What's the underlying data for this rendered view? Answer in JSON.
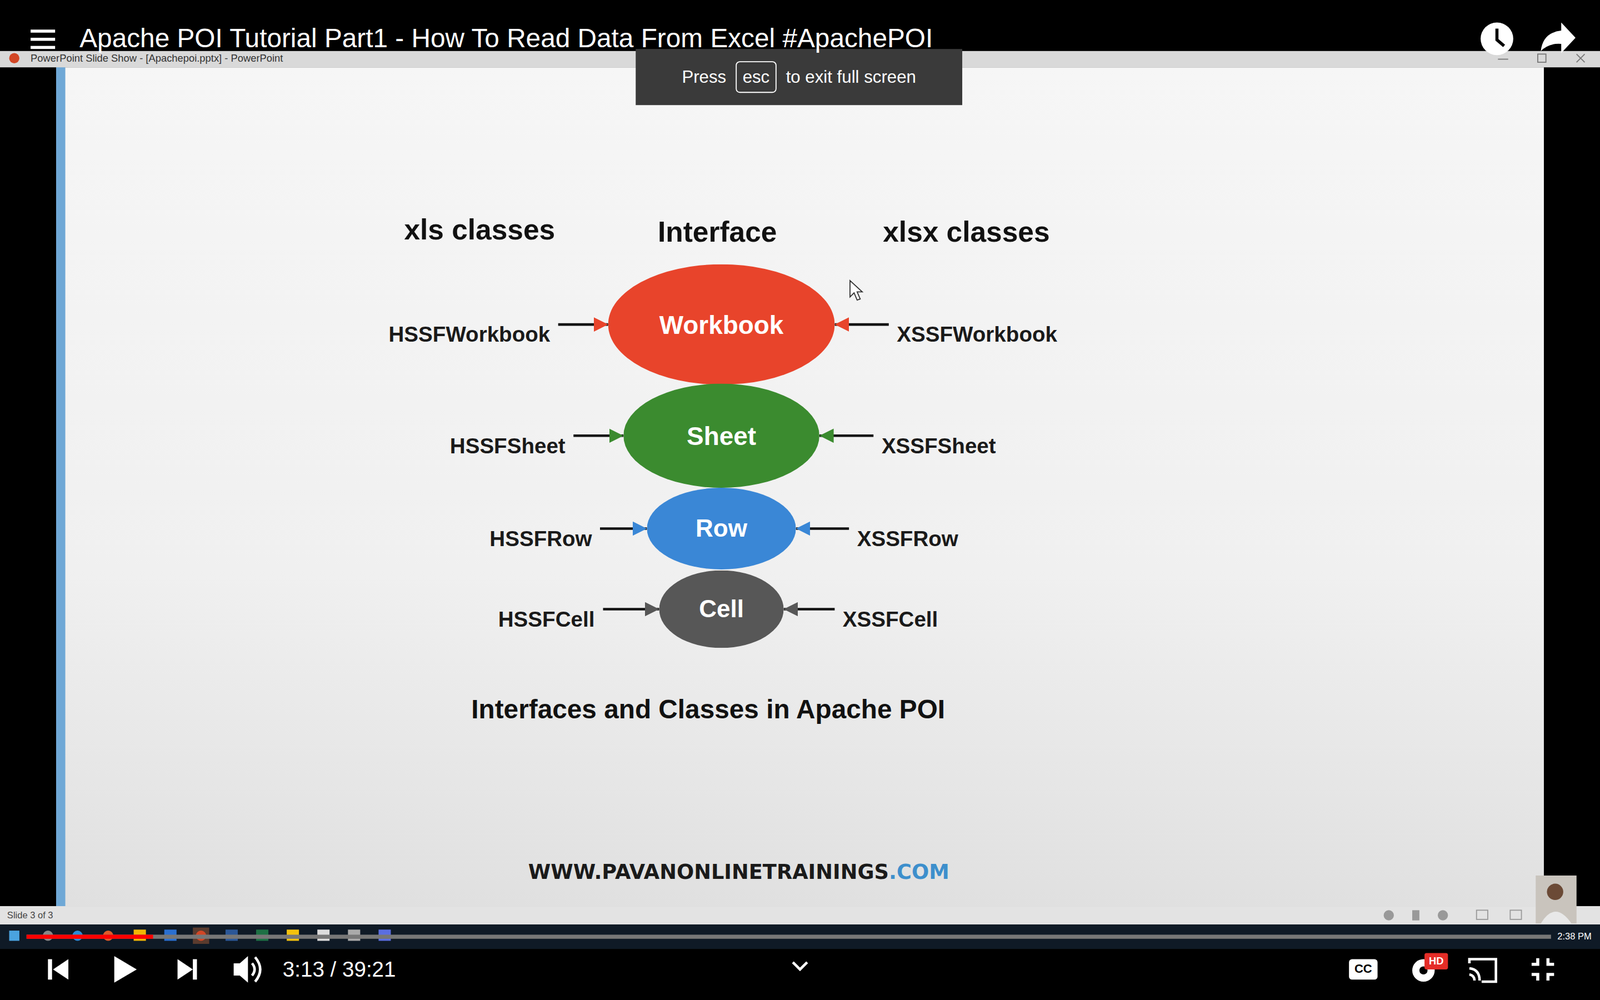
{
  "diagram": {
    "title": "Apache POI Tutorial Part1 - How To Read Data From Excel #ApachePOI",
    "caption": "Interfaces and Classes in Apache POI",
    "nodes": [
      {
        "text": [
          "HSSFWorkbook"
        ]
      },
      {
        "text": [
          "Workbook"
        ]
      },
      {
        "text": [
          "XSSFWorkbook"
        ]
      },
      {
        "text": [
          "HSSFSheet"
        ]
      },
      {
        "text": [
          "Sheet"
        ]
      },
      {
        "text": [
          "XSSFSheet"
        ]
      },
      {
        "text": [
          "HSSFRow"
        ]
      },
      {
        "text": [
          "Row"
        ]
      },
      {
        "text": [
          "XSSFRow"
        ]
      },
      {
        "text": [
          "HSSFCell"
        ]
      },
      {
        "text": [
          "Cell"
        ]
      },
      {
        "text": [
          "XSSFCell"
        ]
      }
    ],
    "edges": [
      {
        "from": 0,
        "to": 1,
        "arrow": "to"
      },
      {
        "from": 2,
        "to": 1,
        "arrow": "to"
      },
      {
        "from": 3,
        "to": 4,
        "arrow": "to"
      },
      {
        "from": 5,
        "to": 4,
        "arrow": "to"
      },
      {
        "from": 6,
        "to": 7,
        "arrow": "to"
      },
      {
        "from": 8,
        "to": 7,
        "arrow": "to"
      },
      {
        "from": 9,
        "to": 10,
        "arrow": "to"
      },
      {
        "from": 11,
        "to": 10,
        "arrow": "to"
      }
    ],
    "labels": [
      "PowerPoint Slide Show - [Apachepoi.pptx] - PowerPoint",
      "Press",
      "esc",
      "to exit full screen",
      "xls classes",
      "Interface",
      "xlsx classes",
      "WWW.PAVANONLINETRAININGS",
      ".COM",
      "Slide 3 of 3",
      "2:38 PM",
      "3:13 / 39:21",
      "CC",
      "HD"
    ]
  }
}
